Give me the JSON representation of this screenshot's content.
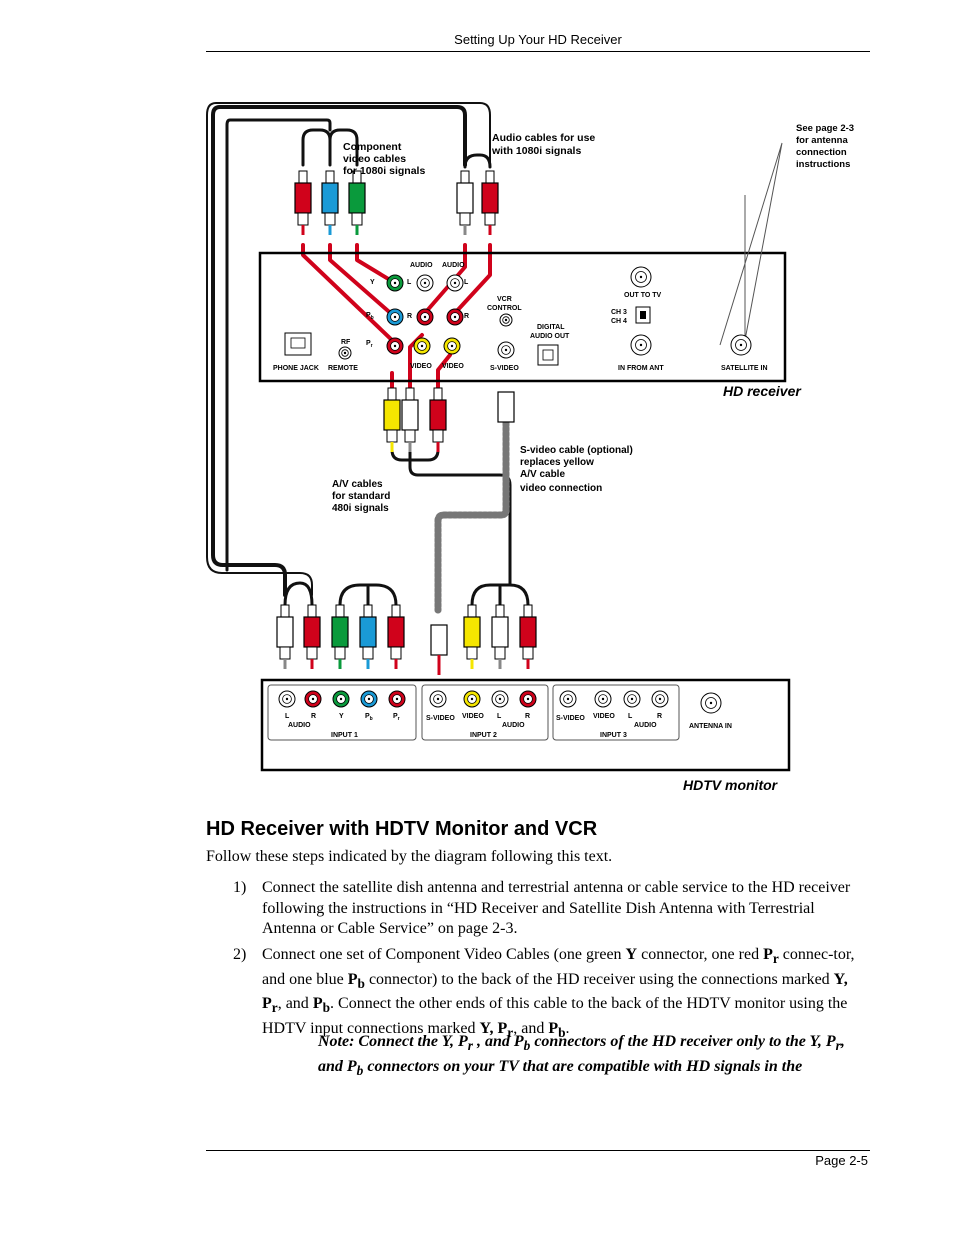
{
  "header": "Setting Up Your HD Receiver",
  "footer": "Page 2-5",
  "diagram": {
    "callout_component": [
      "Component",
      "video cables",
      "for 1080i signals"
    ],
    "callout_audio": [
      "Audio cables for use",
      "with 1080i signals"
    ],
    "callout_antenna": [
      "See page 2-3",
      "for antenna",
      "connection",
      "instructions"
    ],
    "callout_av": [
      "A/V cables",
      "for standard",
      "480i signals"
    ],
    "callout_svideo": [
      "S-video cable (optional)",
      "replaces yellow",
      "A/V cable",
      "video connection"
    ],
    "receiver_label": "HD receiver",
    "monitor_label": "HDTV monitor",
    "rx": {
      "audio1": "AUDIO",
      "audio2": "AUDIO",
      "y": "Y",
      "pb": "P",
      "pb_sub": "b",
      "pr": "P",
      "pr_sub": "r",
      "l": "L",
      "r": "R",
      "vcr": [
        "VCR",
        "CONTROL"
      ],
      "digital": [
        "DIGITAL",
        "AUDIO OUT"
      ],
      "out_to_tv": "OUT TO TV",
      "ch": [
        "CH 3",
        "CH 4"
      ],
      "in_from_ant": "IN FROM ANT",
      "satellite_in": "SATELLITE IN",
      "phone_jack": "PHONE JACK",
      "rf": "RF",
      "remote": "REMOTE",
      "video": "VIDEO",
      "svideo": "S-VIDEO"
    },
    "plug_l": "L",
    "plug_r": "R",
    "tv": {
      "input1": "INPUT 1",
      "input2": "INPUT 2",
      "input3": "INPUT 3",
      "l": "L",
      "r": "R",
      "y": "Y",
      "pb": "P",
      "pb_sub": "b",
      "pr": "P",
      "pr_sub": "r",
      "audio": "AUDIO",
      "svideo": "S-VIDEO",
      "video": "VIDEO",
      "antenna_in": "ANTENNA IN"
    }
  },
  "section_title": "HD Receiver with HDTV Monitor and VCR",
  "intro": "Follow these steps indicated by the diagram following this text.",
  "step1": {
    "num": "1)",
    "text": "Connect the satellite dish antenna and terrestrial antenna or cable service to the HD receiver following the instructions in “HD Receiver and Satellite Dish Antenna with Terrestrial Antenna or Cable Service” on page 2-3."
  },
  "step2": {
    "num": "2)",
    "a": "Connect one set of Component Video Cables (one green ",
    "y": "Y",
    "b": " connector, one red ",
    "pr": "P",
    "pr_sub": "r",
    "c": " connec-tor, and one blue ",
    "pb": "P",
    "pb_sub": "b",
    "d": " connector) to the back of the HD receiver using the connections marked ",
    "marked1": "Y, P",
    "marked1_sub": "r",
    "e": ", and ",
    "marked2": "P",
    "marked2_sub": "b",
    "f": ". Connect the other ends of this cable to the back of the HDTV monitor using the HDTV input connections marked ",
    "marked3": "Y, P",
    "marked3_sub": "r",
    "g": ", and ",
    "marked4": "P",
    "marked4_sub": "b",
    "h": "."
  },
  "note": {
    "a": "Note: Connect the Y, P",
    "a_sub": "r",
    "b": " , and P",
    "b_sub": "b",
    "c": " connectors of the HD receiver only to the Y, P",
    "c_sub": "r",
    "d": ", and P",
    "d_sub": "b",
    "e": " connectors on your TV that are compatible with HD signals in the"
  },
  "colors": {
    "red": "#d0021b",
    "blue": "#1a9ad6",
    "green": "#0a9a3c",
    "yellow": "#f5e600"
  }
}
